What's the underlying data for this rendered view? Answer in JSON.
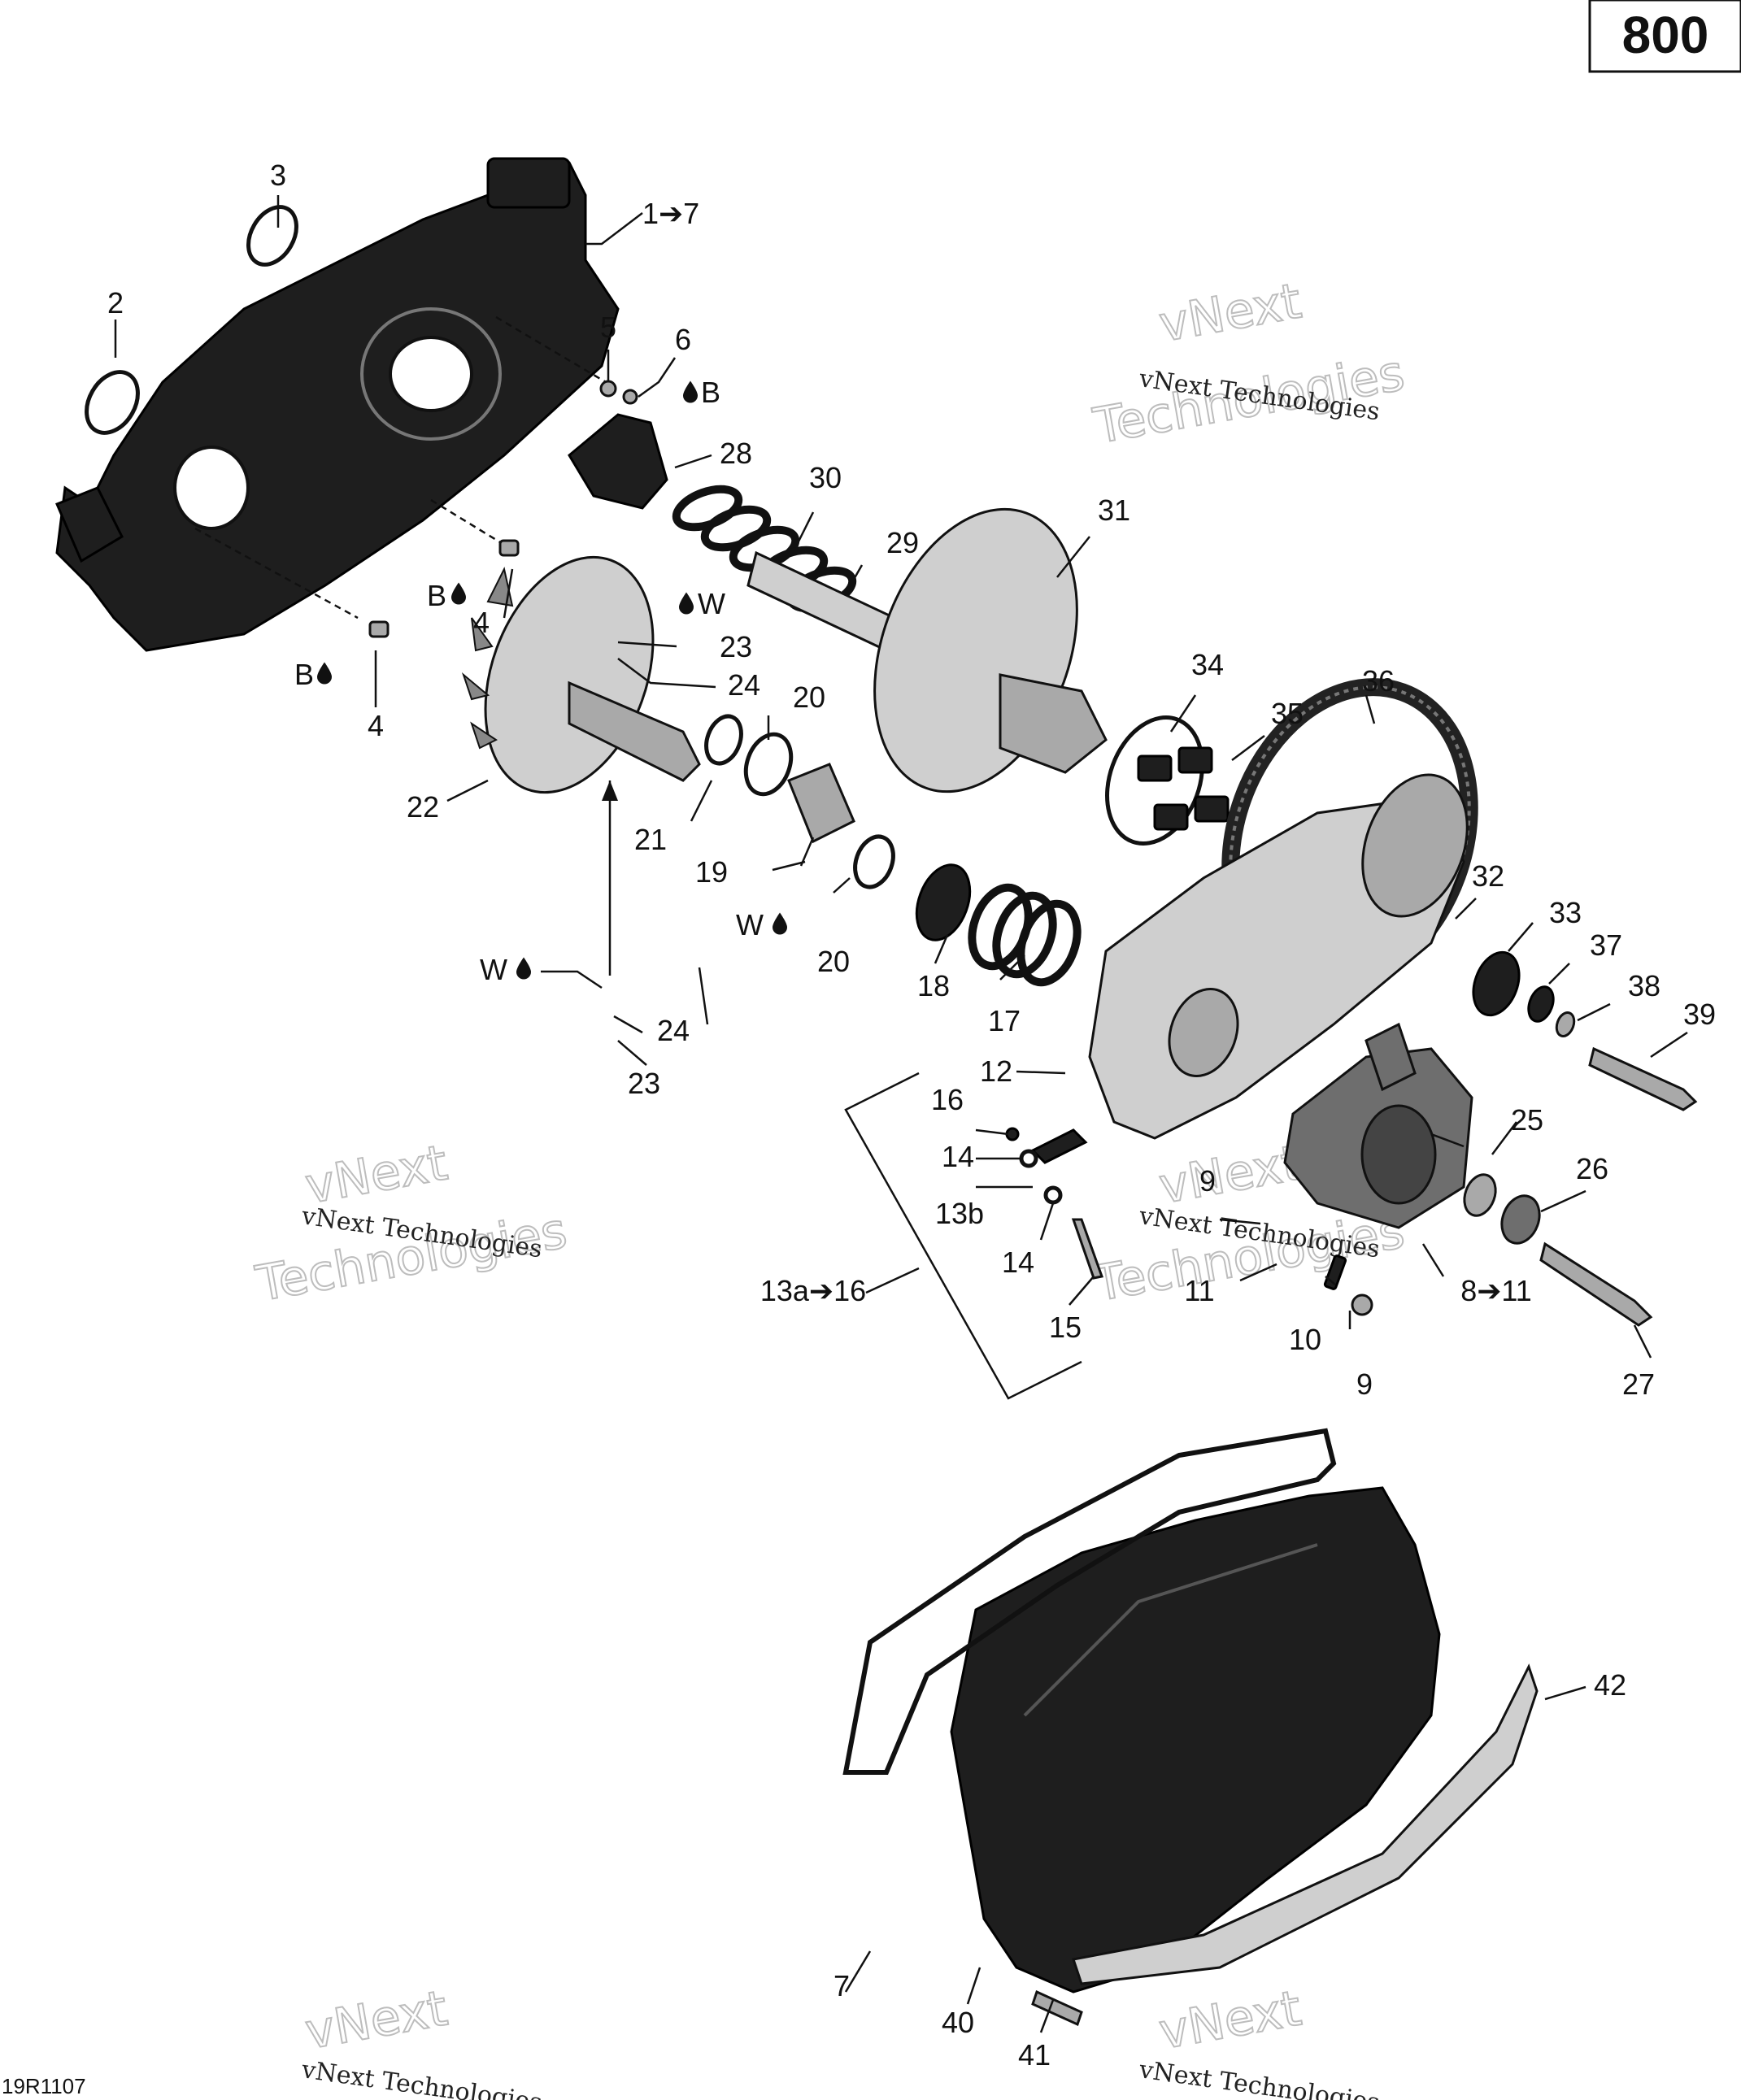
{
  "badge": {
    "label": "800"
  },
  "drawing_code": "19R1107",
  "watermark": {
    "line1": "vNext",
    "line2": "Technologies",
    "small": "vNext Technologies"
  },
  "callouts": {
    "c1_7": "1➔7",
    "c2": "2",
    "c3": "3",
    "c4a": "4",
    "c4b": "4",
    "c5": "5",
    "c6": "6",
    "c7": "7",
    "c8_11": "8➔11",
    "c9a": "9",
    "c9b": "9",
    "c10": "10",
    "c11": "11",
    "c12": "12",
    "c13a_16": "13a➔16",
    "c13b": "13b",
    "c14a": "14",
    "c14b": "14",
    "c15": "15",
    "c16": "16",
    "c17": "17",
    "c18": "18",
    "c19": "19",
    "c20a": "20",
    "c20b": "20",
    "c21": "21",
    "c22": "22",
    "c23a": "23",
    "c23b": "23",
    "c24a": "24",
    "c24b": "24",
    "c25": "25",
    "c26": "26",
    "c27": "27",
    "c28": "28",
    "c29": "29",
    "c30": "30",
    "c31": "31",
    "c32": "32",
    "c33": "33",
    "c34": "34",
    "c35": "35",
    "c36": "36",
    "c37": "37",
    "c38": "38",
    "c39": "39",
    "c40": "40",
    "c41": "41",
    "c42": "42"
  },
  "lube_notes": {
    "b1": "B",
    "b2": "B",
    "b3": "B",
    "w1": "W",
    "w2": "W",
    "w3": "W"
  }
}
